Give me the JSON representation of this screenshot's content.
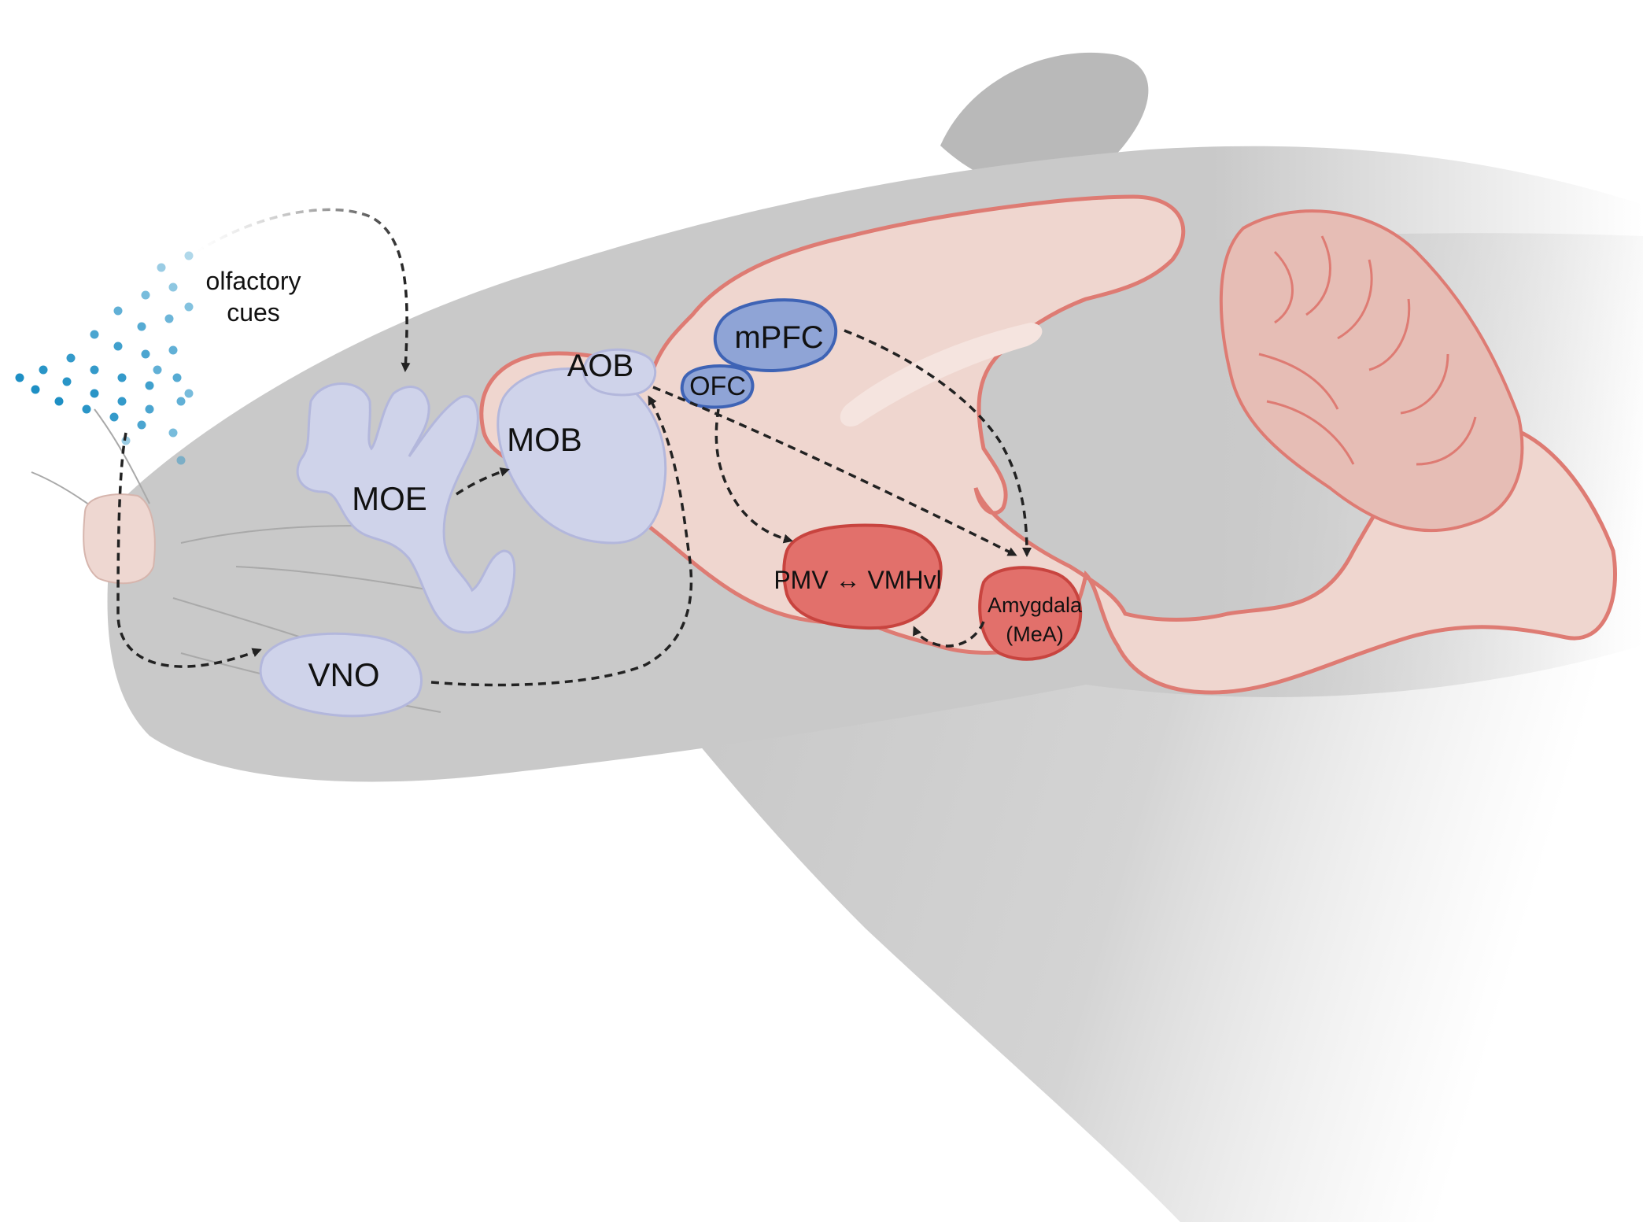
{
  "labels": {
    "cue_line1": "olfactory",
    "cue_line2": "cues",
    "moe": "MOE",
    "mob": "MOB",
    "aob": "AOB",
    "vno": "VNO",
    "mpfc": "mPFC",
    "ofc": "OFC",
    "hypothalamus": "PMV ↔ VMHvl",
    "amygdala_line1": "Amygdala",
    "amygdala_line2": "(MeA)"
  },
  "colors": {
    "head": "#c9c9c9",
    "ear": "#b9b9b9",
    "brain_fill": "#efd6cf",
    "brain_outline": "#de7b73",
    "olfactory_organ": "#cfd3ea",
    "olfactory_outline": "#b3b7dc",
    "cortex_fill": "#8fa4d6",
    "cortex_outline": "#3e63b5",
    "limbic_fill": "#e2706b",
    "limbic_outline": "#c8443f",
    "odor_dot": "#1e8fc4",
    "nose": "#eed7d1",
    "arrow": "#222222"
  },
  "icons": {
    "odor_particles": "dot-cloud-icon",
    "nose": "nose-icon"
  }
}
